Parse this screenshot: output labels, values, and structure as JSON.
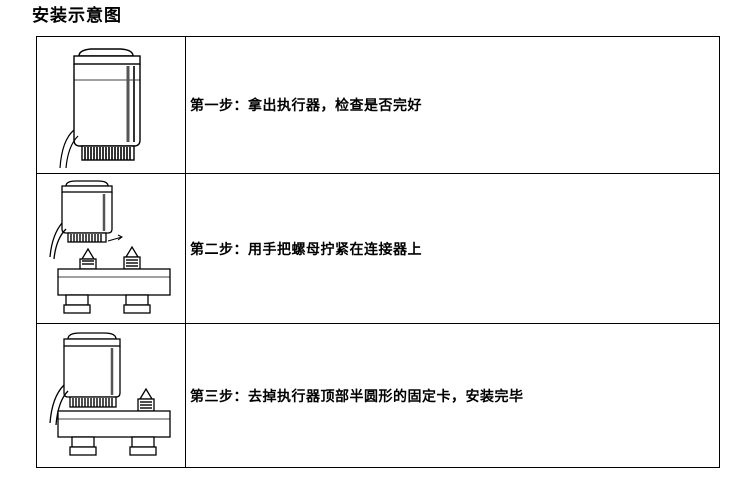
{
  "document": {
    "title": "安装示意图"
  },
  "steps": [
    {
      "text": "第一步：拿出执行器，检查是否完好",
      "illustration": "actuator-icon"
    },
    {
      "text": "第二步：用手把螺母拧紧在连接器上",
      "illustration": "actuator-screw-on-connector-icon"
    },
    {
      "text": "第三步：去掉执行器顶部半圆形的固定卡，安装完毕",
      "illustration": "actuator-installed-icon"
    }
  ],
  "colors": {
    "line": "#000000",
    "background": "#ffffff"
  }
}
